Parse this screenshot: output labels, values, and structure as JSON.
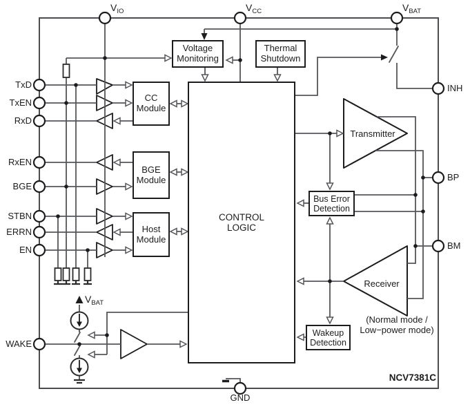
{
  "title": {
    "part_number": "NCV7381C"
  },
  "pins": {
    "top": [
      {
        "main": "V",
        "sub": "IO"
      },
      {
        "main": "V",
        "sub": "CC"
      },
      {
        "main": "V",
        "sub": "BAT"
      }
    ],
    "left": [
      "TxD",
      "TxEN",
      "RxD",
      "RxEN",
      "BGE",
      "STBN",
      "ERRN",
      "EN",
      "WAKE"
    ],
    "right": [
      "INH",
      "BP",
      "BM"
    ],
    "bottom": [
      "GND"
    ]
  },
  "blocks": {
    "voltage_monitoring": "Voltage\nMonitoring",
    "thermal_shutdown": "Thermal\nShutdown",
    "cc_module": "CC\nModule",
    "bge_module": "BGE\nModule",
    "host_module": "Host\nModule",
    "control_logic": "CONTROL\nLOGIC",
    "bus_error_detection": "Bus Error\nDetection",
    "wakeup_detection": "Wakeup\nDetection",
    "transmitter": "Transmitter",
    "receiver": "Receiver"
  },
  "annotations": {
    "mode_note": "(Normal mode /\nLow−power mode)",
    "internal_vbat": {
      "main": "V",
      "sub": "BAT"
    }
  },
  "colors": {
    "wire": "#54565a",
    "outline": "#1c1c1e",
    "background": "#ffffff"
  }
}
